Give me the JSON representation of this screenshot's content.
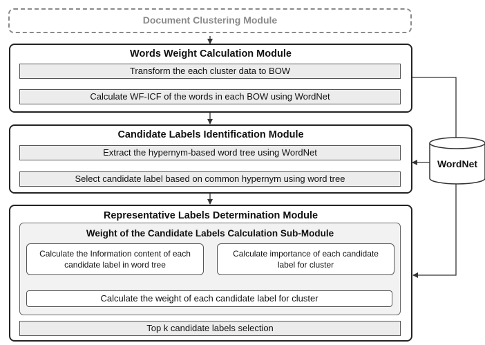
{
  "document_clustering": {
    "title": "Document Clustering Module"
  },
  "words_weight": {
    "title": "Words Weight Calculation Module",
    "steps": [
      "Transform the each cluster data to BOW",
      "Calculate WF-ICF of the words in each BOW using WordNet"
    ]
  },
  "candidate_labels": {
    "title": "Candidate Labels Identification Module",
    "steps": [
      "Extract the hypernym-based word tree using WordNet",
      "Select candidate label based on common hypernym using word tree"
    ]
  },
  "representative_labels": {
    "title": "Representative Labels Determination Module",
    "submodule": {
      "title": "Weight of the Candidate Labels Calculation Sub-Module",
      "left_box": "Calculate the Information content of each candidate label in word tree",
      "right_box": "Calculate importance of each candidate label for cluster",
      "combined_box": "Calculate the weight of each candidate label for cluster"
    },
    "final_step": "Top k candidate labels selection"
  },
  "wordnet": {
    "label": "WordNet"
  }
}
